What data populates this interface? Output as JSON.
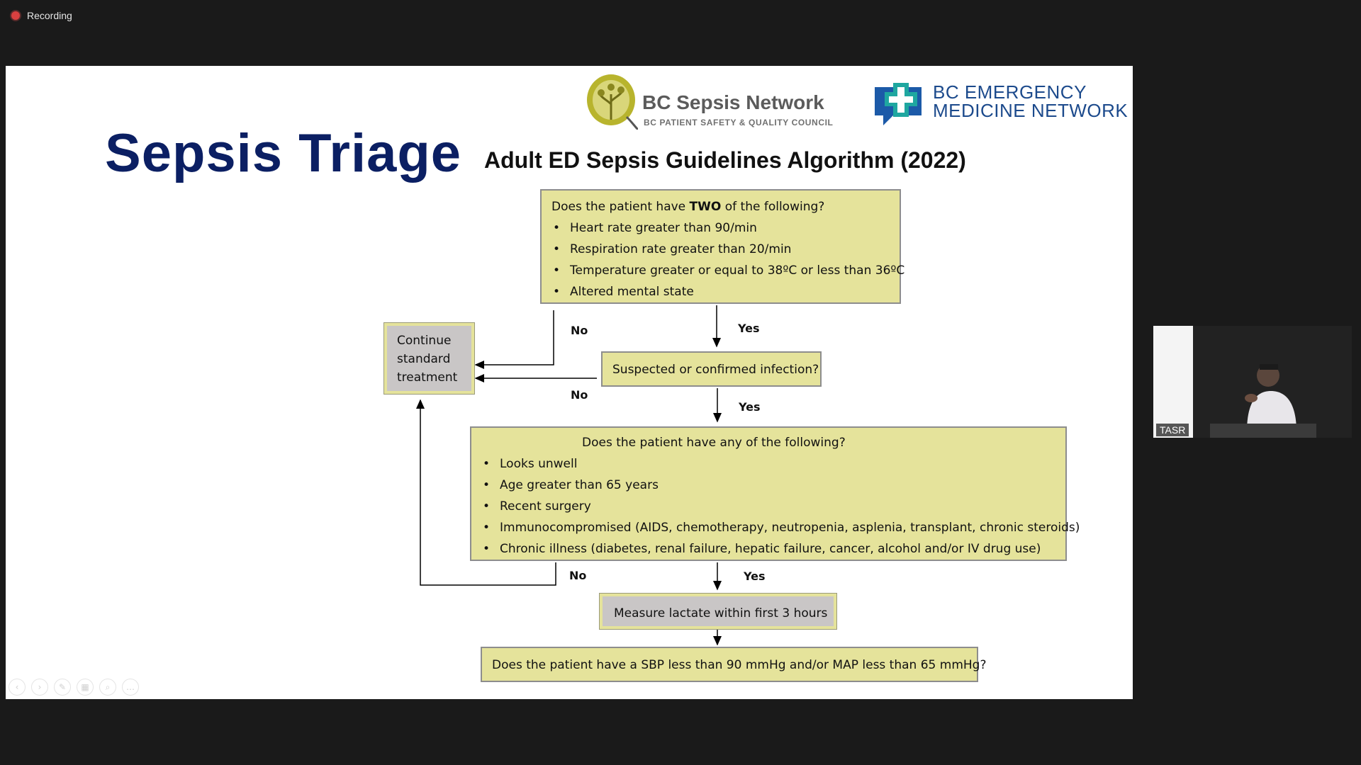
{
  "recording": {
    "label": "Recording"
  },
  "slide": {
    "title": "Sepsis Triage",
    "subtitle": "Adult ED Sepsis Guidelines Algorithm (2022)",
    "logo_sepsis": {
      "name": "BC Sepsis Network",
      "subtitle": "BC PATIENT SAFETY & QUALITY COUNCIL"
    },
    "logo_emergency": {
      "line1": "BC EMERGENCY",
      "line2": "MEDICINE NETWORK"
    },
    "flow": {
      "box1": {
        "question_pre": "Does the patient have ",
        "question_bold": "TWO",
        "question_post": " of the following?",
        "items": [
          "Heart rate greater than 90/min",
          "Respiration rate greater than 20/min",
          "Temperature greater or equal to 38ºC or less than 36ºC",
          "Altered mental state"
        ]
      },
      "continue_box": "Continue standard treatment",
      "infection_box": "Suspected or confirmed infection?",
      "box3": {
        "question": "Does the patient have any of the following?",
        "items": [
          "Looks unwell",
          "Age greater than 65 years",
          "Recent surgery",
          "Immunocompromised (AIDS, chemotherapy, neutropenia, asplenia, transplant, chronic steroids)",
          "Chronic illness (diabetes, renal failure, hepatic failure, cancer, alcohol and/or IV drug use)"
        ]
      },
      "lactate_box": "Measure lactate within first 3 hours",
      "sbp_box": "Does the patient have a SBP less than 90 mmHg and/or MAP less than 65 mmHg?",
      "labels": {
        "no": "No",
        "yes": "Yes"
      }
    }
  },
  "participant": {
    "name": "TASR"
  }
}
